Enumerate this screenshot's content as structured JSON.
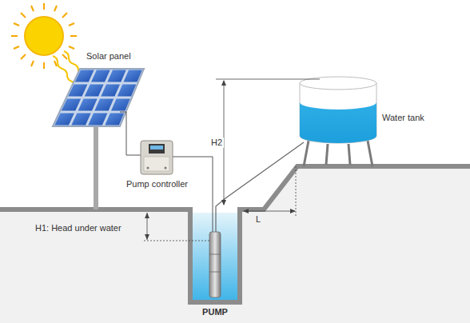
{
  "diagram": {
    "labels": [
      "Solar panel",
      "Pump controller",
      "H1: Head under water",
      "H2",
      "L",
      "Water tank",
      "PUMP"
    ]
  }
}
